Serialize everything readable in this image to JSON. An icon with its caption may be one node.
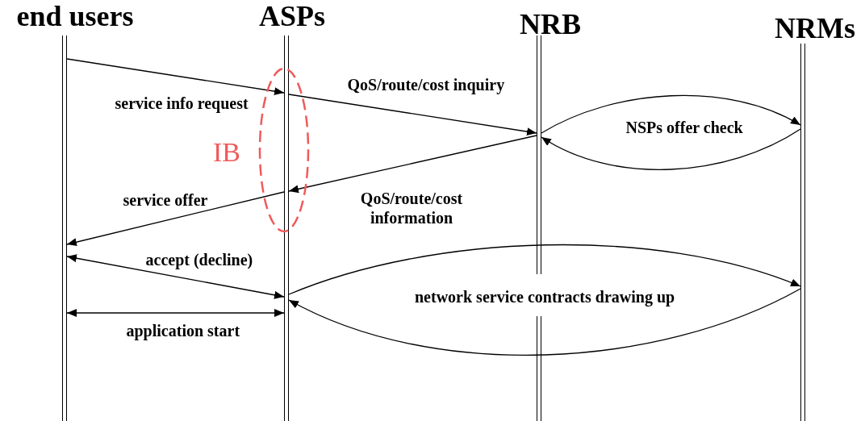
{
  "diagram": {
    "nodes": [
      {
        "text": [
          "end users"
        ]
      },
      {
        "text": [
          "ASPs"
        ]
      },
      {
        "text": [
          "NRB"
        ]
      },
      {
        "text": [
          "NRMs"
        ]
      }
    ],
    "edges": [
      {
        "from": 0,
        "to": 1,
        "arrow": "to",
        "label": "service info request"
      },
      {
        "from": 1,
        "to": 2,
        "arrow": "to",
        "label": "QoS/route/cost inquiry"
      },
      {
        "from": 2,
        "to": 3,
        "arrow": "to",
        "label": "NSPs offer check"
      },
      {
        "from": 3,
        "to": 2,
        "arrow": "to"
      },
      {
        "from": 2,
        "to": 1,
        "arrow": "to",
        "label": "QoS/route/cost information"
      },
      {
        "from": 1,
        "to": 0,
        "arrow": "to",
        "label": "service offer"
      },
      {
        "from": 0,
        "to": 1,
        "arrow": "both",
        "label": "accept (decline)"
      },
      {
        "from": 1,
        "to": 3,
        "arrow": "to",
        "label": "network service contracts drawing up"
      },
      {
        "from": 3,
        "to": 1,
        "arrow": "to"
      },
      {
        "from": 0,
        "to": 1,
        "arrow": "both",
        "label": "application start"
      }
    ],
    "labels": [
      "IB"
    ]
  }
}
